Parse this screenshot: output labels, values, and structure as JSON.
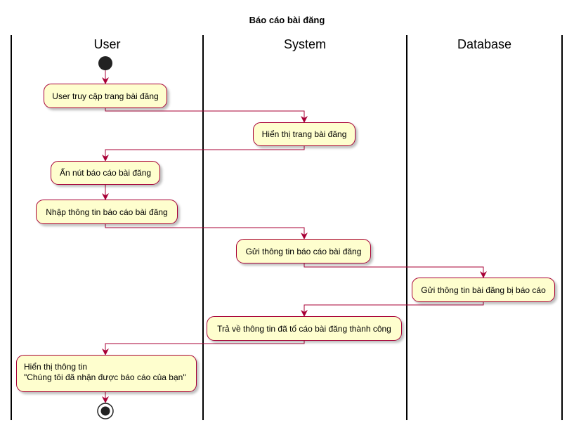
{
  "diagram": {
    "title": "Báo cáo bài đăng",
    "lanes": [
      "User",
      "System",
      "Database"
    ],
    "nodes": [
      "User truy cập trang bài đăng",
      "Hiển thị trang bài đăng",
      "Ấn nút báo cáo bài đăng",
      "Nhập thông tin báo cáo bài đăng",
      "Gửi thông tin báo cáo bài đăng",
      "Gửi thông tin bài đăng bị báo cáo",
      "Trả về thông tin đã tố cáo bài đăng thành công",
      "Hiển thị thông tin\n\"Chúng tôi đã nhận được báo cáo của bạn\""
    ],
    "colors": {
      "node_fill": "#FEFECE",
      "node_border": "#A80036",
      "arrow": "#A80036",
      "lane_line": "#000000"
    }
  }
}
